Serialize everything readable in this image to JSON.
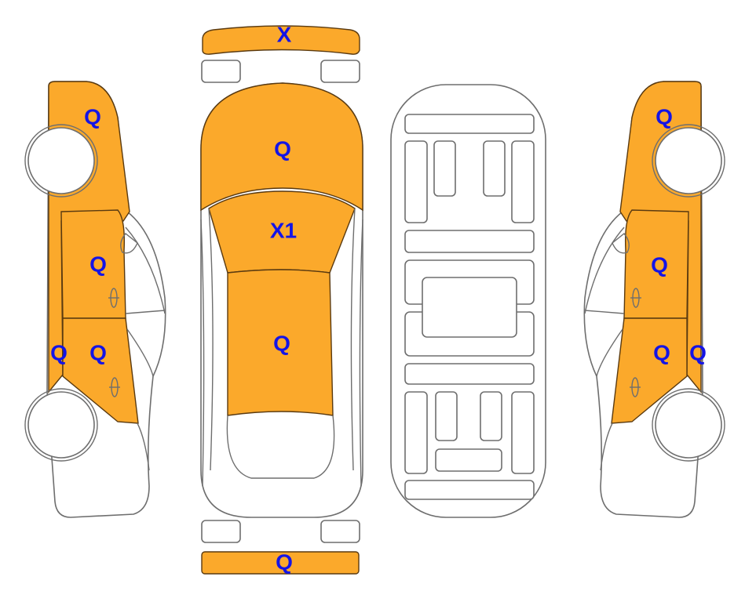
{
  "colors": {
    "damaged": "#FBA92B",
    "label": "#1414E6",
    "outline": "#6e6e6e"
  },
  "labels": {
    "front_bumper": "X",
    "hood": "Q",
    "windshield": "X1",
    "roof": "Q",
    "rear_bumper": "Q",
    "left_fender": "Q",
    "left_front_door": "Q",
    "left_rear_door": "Q",
    "left_rocker": "Q",
    "right_fender": "Q",
    "right_front_door": "Q",
    "right_rear_door": "Q",
    "right_rocker": "Q"
  }
}
